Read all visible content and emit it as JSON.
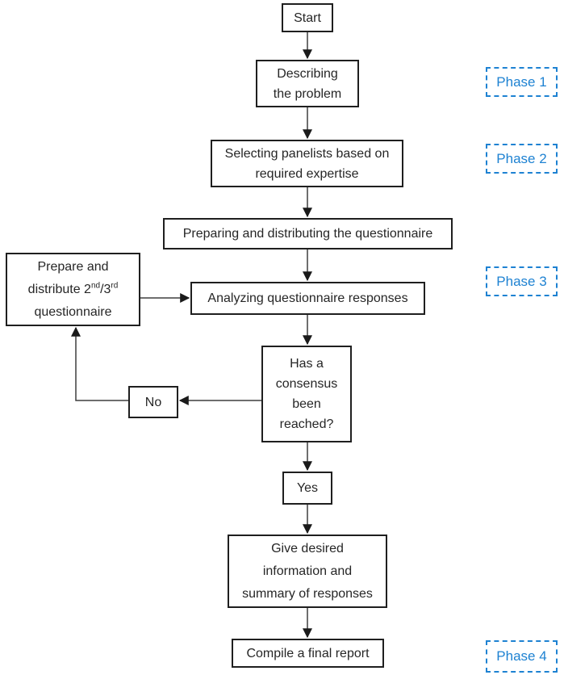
{
  "colors": {
    "accent_blue": "#1e82d2",
    "connector_line": "#3f3f3f",
    "box_border": "#1f1f1f",
    "text": "#262626"
  },
  "nodes": {
    "start": {
      "label": "Start"
    },
    "describe": {
      "line1": "Describing",
      "line2": "the problem"
    },
    "select": {
      "line1": "Selecting panelists based on",
      "line2": "required expertise"
    },
    "prepare": {
      "label": "Preparing and distributing the questionnaire"
    },
    "loop": {
      "line1": "Prepare and",
      "line2_a": "distribute 2",
      "line2_sup1": "nd",
      "line2_b": "/3",
      "line2_sup2": "rd",
      "line3": "questionnaire"
    },
    "analyze": {
      "label": "Analyzing questionnaire responses"
    },
    "consensus": {
      "line1": "Has a",
      "line2": "consensus",
      "line3": "been",
      "line4": "reached?"
    },
    "no": {
      "label": "No"
    },
    "yes": {
      "label": "Yes"
    },
    "give": {
      "line1": "Give desired",
      "line2": "information and",
      "line3": "summary of responses"
    },
    "compile": {
      "label": "Compile a final report"
    }
  },
  "phases": [
    {
      "label": "Phase 1"
    },
    {
      "label": "Phase 2"
    },
    {
      "label": "Phase 3"
    },
    {
      "label": "Phase 4"
    }
  ]
}
